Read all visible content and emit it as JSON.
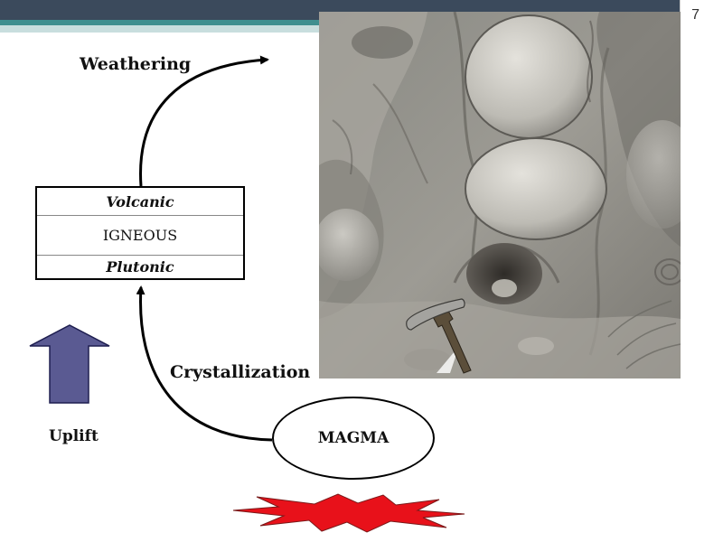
{
  "slide": {
    "number": "7"
  },
  "diagram": {
    "weathering_label": "Weathering",
    "crystallization_label": "Crystallization",
    "uplift_label": "Uplift",
    "magma_label": "MAGMA",
    "rock_table": {
      "volcanic": "Volcanic",
      "igneous": "IGNEOUS",
      "plutonic": "Plutonic"
    }
  },
  "photo": {
    "subject": "weathered granite boulders with rock hammer",
    "icon": "photo-image"
  },
  "colors": {
    "topbar_dark": "#3b4a5c",
    "topbar_teal": "#3f8f8f",
    "uplift_arrow": "#5a5a92",
    "heat_burst": "#e8111a"
  }
}
